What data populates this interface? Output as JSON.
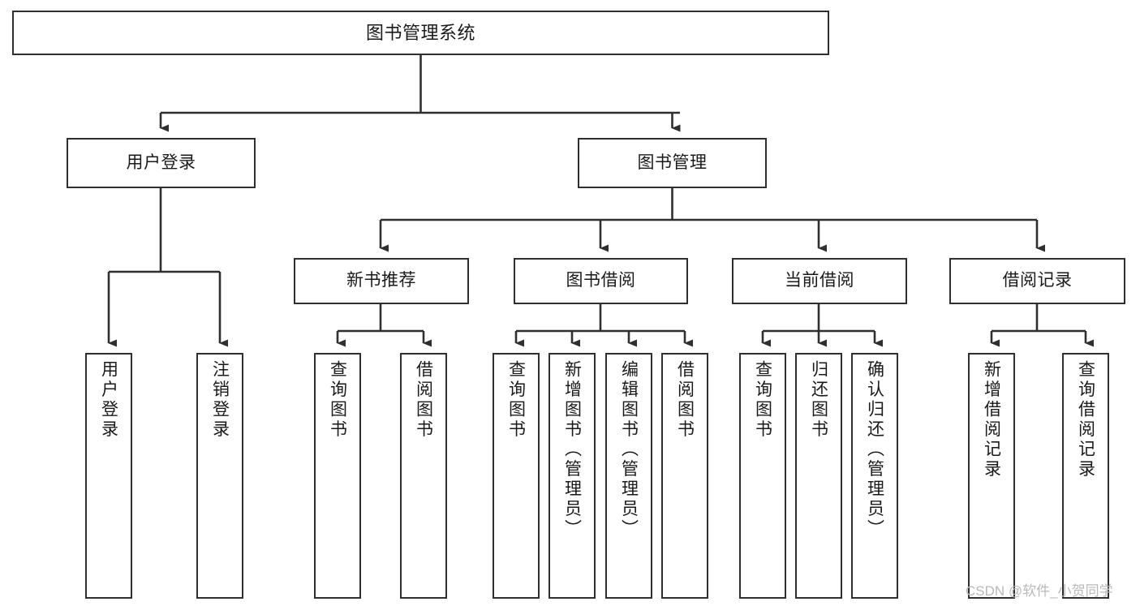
{
  "diagram": {
    "title": "图书管理系统",
    "type": "functional-structure-tree",
    "colors": {
      "box_border": "#2f2f2f",
      "box_fill": "#ffffff",
      "edge": "#2f2f2f",
      "background": "#ffffff",
      "watermark": "#b9b9b9"
    },
    "root": {
      "label": "图书管理系统"
    },
    "level2": [
      {
        "label": "用户登录"
      },
      {
        "label": "图书管理"
      }
    ],
    "level3": [
      {
        "label": "新书推荐"
      },
      {
        "label": "图书借阅"
      },
      {
        "label": "当前借阅"
      },
      {
        "label": "借阅记录"
      }
    ],
    "leaves": {
      "user_login": [
        {
          "label": "用户登录"
        },
        {
          "label": "注销登录"
        }
      ],
      "new_book_recommend": [
        {
          "label": "查询图书"
        },
        {
          "label": "借阅图书"
        }
      ],
      "book_borrow": [
        {
          "label": "查询图书"
        },
        {
          "label": "新增图书（管理员）"
        },
        {
          "label": "编辑图书（管理员）"
        },
        {
          "label": "借阅图书"
        }
      ],
      "current_borrow": [
        {
          "label": "查询图书"
        },
        {
          "label": "归还图书"
        },
        {
          "label": "确认归还（管理员）"
        }
      ],
      "borrow_record": [
        {
          "label": "新增借阅记录"
        },
        {
          "label": "查询借阅记录"
        }
      ]
    }
  },
  "watermark": {
    "text": "CSDN @软件_小贺同学"
  }
}
